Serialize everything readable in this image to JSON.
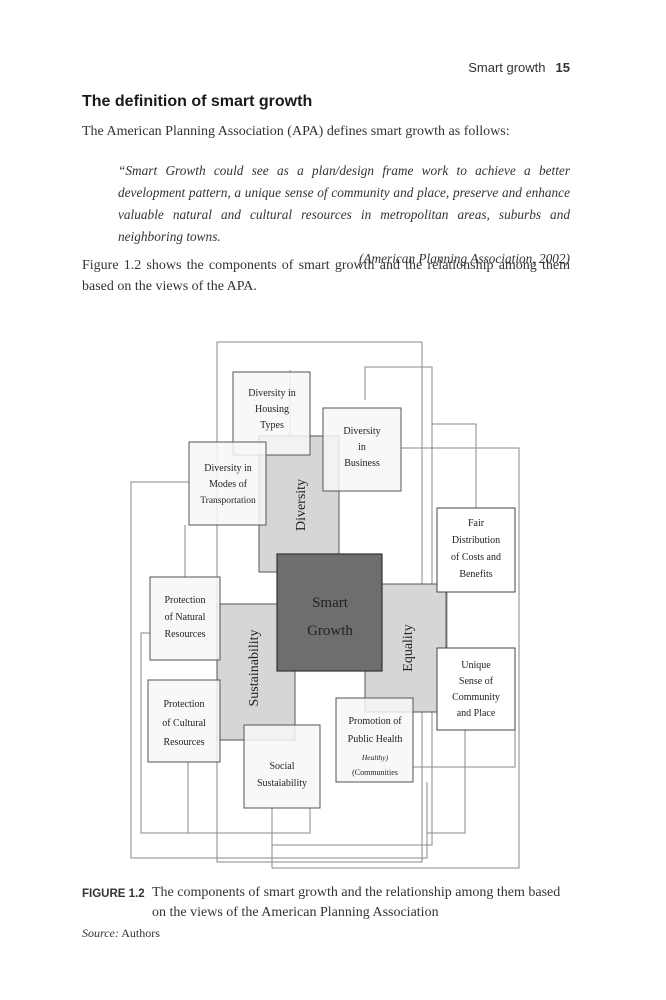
{
  "running_head": {
    "title": "Smart growth",
    "page": "15"
  },
  "section_title": "The definition of smart growth",
  "intro": "The American Planning Association (APA) defines smart growth as follows:",
  "quote": {
    "text": "“Smart Growth could see as a plan/design frame work to achieve a better development pattern, a unique sense of community and place, preserve and enhance valuable natural and cultural resources in metropolitan areas, suburbs and neighboring towns.",
    "source": "(American Planning Association, 2002)"
  },
  "paragraph": "Figure 1.2 shows the components of smart growth and the relationship among them based on the views of the APA.",
  "figure": {
    "center": [
      "Smart",
      "Growth"
    ],
    "pillars": {
      "diversity": "Diversity",
      "equality": "Equality",
      "sustainability": "Sustainability"
    },
    "boxes": {
      "housing": [
        "Diversity in",
        "Housing",
        "Types"
      ],
      "business": [
        "Diversity",
        "in",
        "Business"
      ],
      "transport": [
        "Diversity in",
        "Modes of",
        "Transportation"
      ],
      "fair": [
        "Fair",
        "Distribution",
        "of Costs and",
        "Benefits"
      ],
      "unique": [
        "Unique",
        "Sense of",
        "Community",
        "and Place"
      ],
      "natural": [
        "Protection",
        "of Natural",
        "Resources"
      ],
      "cultural": [
        "Protection",
        "of Cultural",
        "Resources"
      ],
      "social": [
        "Social",
        "Sustaiability"
      ],
      "health": [
        "Promotion of",
        "Public Health",
        "Healthy)",
        "(Communities"
      ]
    }
  },
  "caption": {
    "label": "FIGURE 1.2",
    "text": "The components of smart growth and the relationship among them based on the views of the American Planning Association"
  },
  "source": {
    "label": "Source:",
    "text": "Authors"
  }
}
